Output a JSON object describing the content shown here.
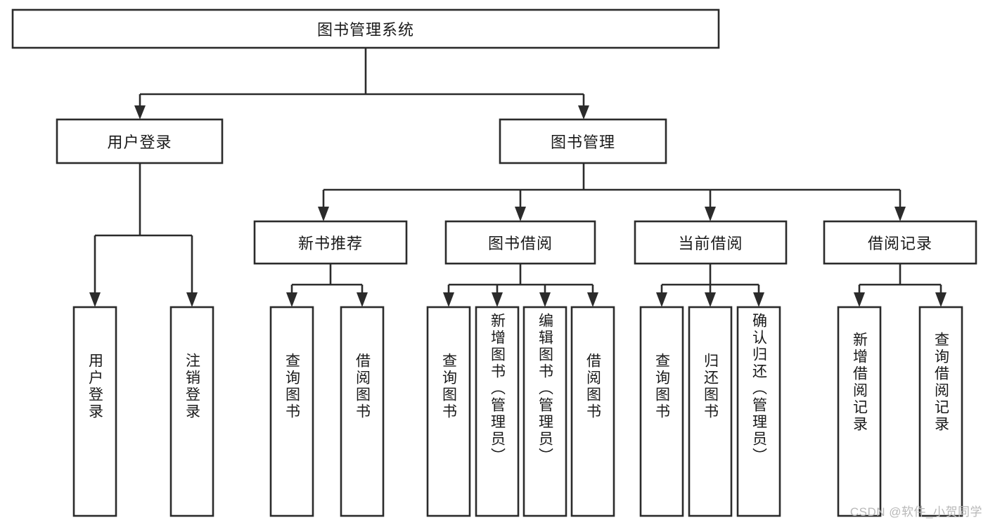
{
  "diagram": {
    "title": "图书管理系统",
    "type": "tree",
    "theme": {
      "background": "#ffffff",
      "box_fill": "#ffffff",
      "box_stroke": "#2b2b2b",
      "text_color": "#1a1a1a",
      "watermark_color": "#b8b8b8"
    },
    "root": {
      "label": "图书管理系统"
    },
    "level2": [
      {
        "label": "用户登录"
      },
      {
        "label": "图书管理"
      }
    ],
    "level3": [
      {
        "label": "新书推荐"
      },
      {
        "label": "图书借阅"
      },
      {
        "label": "当前借阅"
      },
      {
        "label": "借阅记录"
      }
    ],
    "leaves": {
      "user_login": [
        {
          "label": "用户登录"
        },
        {
          "label": "注销登录"
        }
      ],
      "new_book": [
        {
          "label": "查询图书"
        },
        {
          "label": "借阅图书"
        }
      ],
      "book_borrow": [
        {
          "label": "查询图书"
        },
        {
          "label": "新增图书（管理员）"
        },
        {
          "label": "编辑图书（管理员）"
        },
        {
          "label": "借阅图书"
        }
      ],
      "current_borrow": [
        {
          "label": "查询图书"
        },
        {
          "label": "归还图书"
        },
        {
          "label": "确认归还（管理员）"
        }
      ],
      "borrow_record": [
        {
          "label": "新增借阅记录"
        },
        {
          "label": "查询借阅记录"
        }
      ]
    },
    "watermark": "CSDN @软件_小贺同学"
  }
}
